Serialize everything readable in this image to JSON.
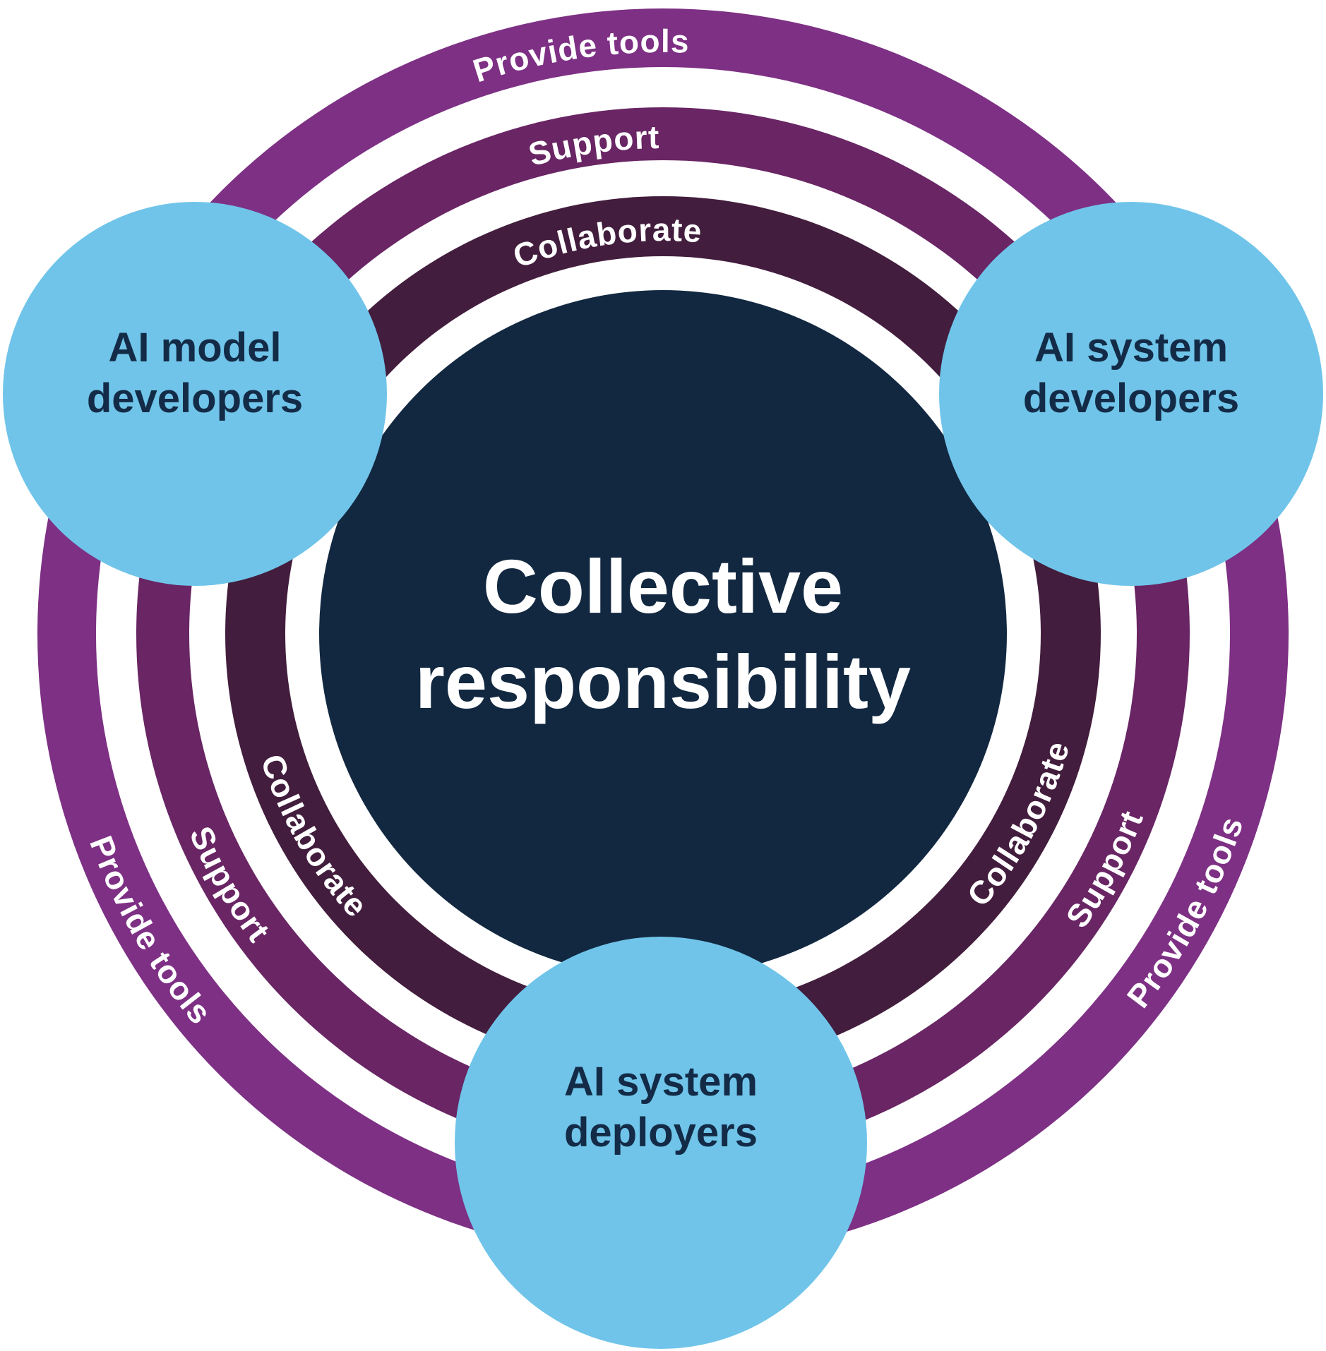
{
  "diagram": {
    "title": {
      "line1": "Collective",
      "line2": "responsibility"
    },
    "rings": [
      {
        "name": "provide-tools-ring",
        "label": "Provide tools"
      },
      {
        "name": "support-ring",
        "label": "Support"
      },
      {
        "name": "collaborate-ring",
        "label": "Collaborate"
      }
    ],
    "stakeholders": [
      {
        "name": "ai-model-developers",
        "line1": "AI model",
        "line2": "developers"
      },
      {
        "name": "ai-system-developers",
        "line1": "AI system",
        "line2": "developers"
      },
      {
        "name": "ai-system-deployers",
        "line1": "AI system",
        "line2": "deployers"
      }
    ],
    "colors": {
      "outer_ring": "#7d3084",
      "support_ring": "#692564",
      "collaborate_ring": "#421d3d",
      "gap": "#ffffff",
      "center_circle": "#122840",
      "stakeholder_circle": "#70c4e9",
      "ring_label_text": "#ffffff",
      "title_text": "#ffffff",
      "stakeholder_text": "#132b47",
      "background": "#ffffff"
    }
  }
}
